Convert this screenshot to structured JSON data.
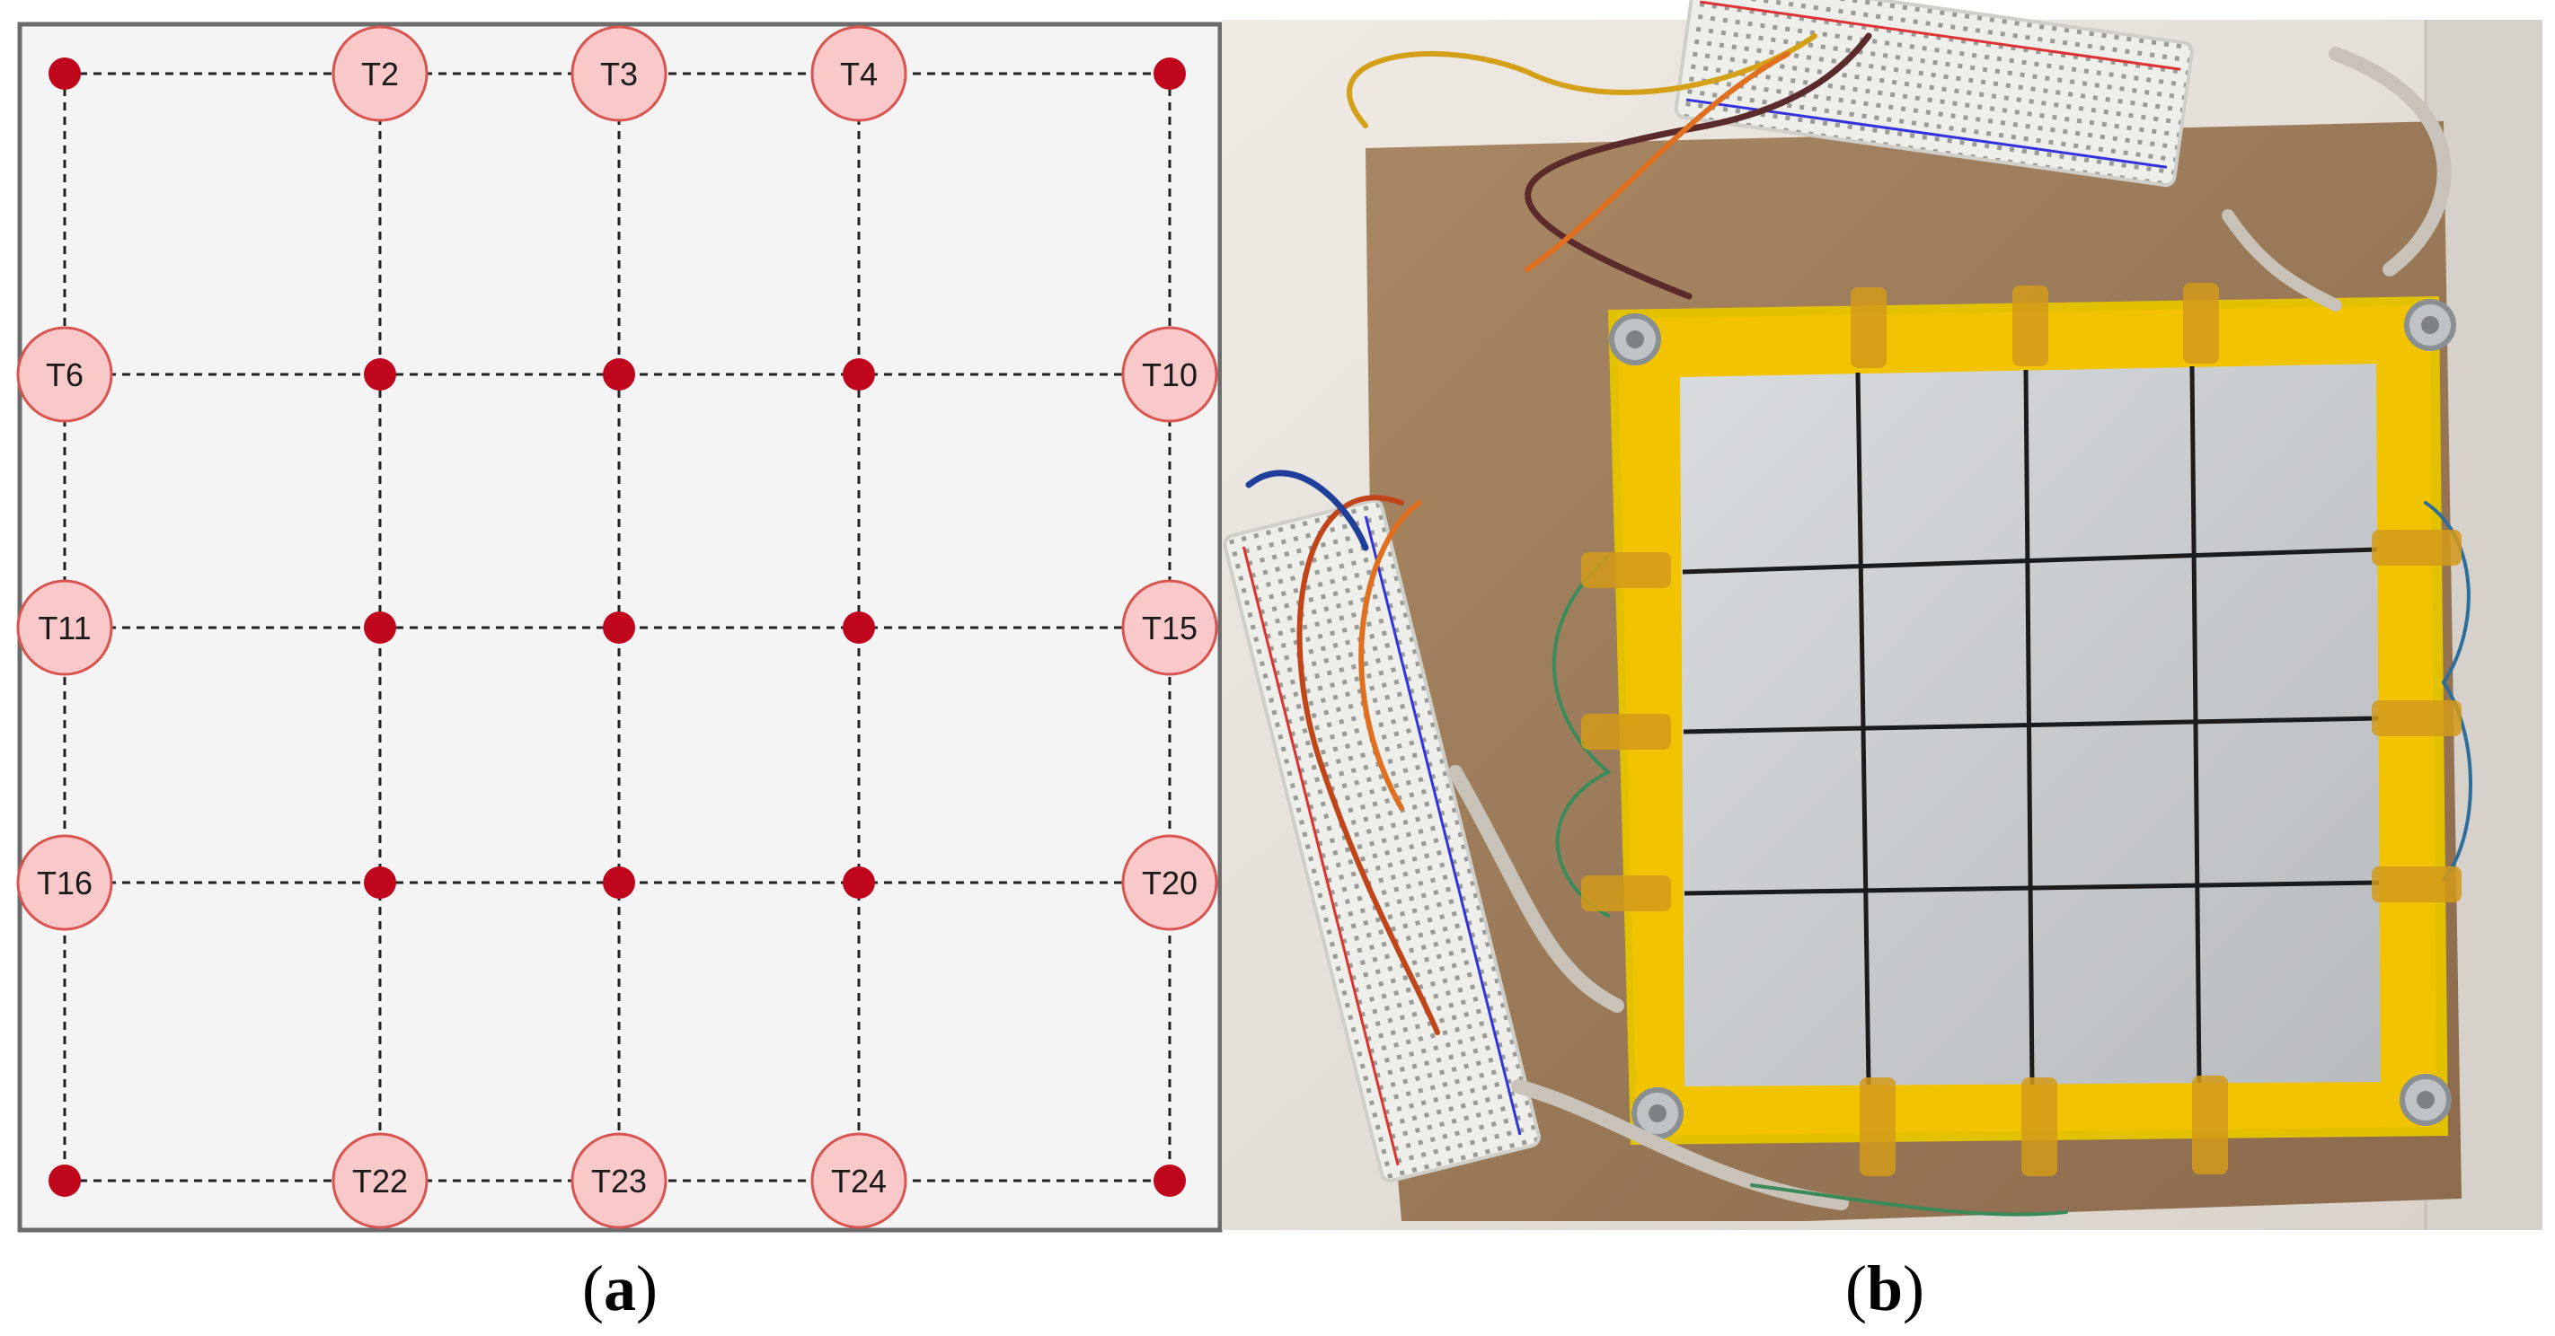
{
  "colors": {
    "panel_background": "#f4f4f4",
    "panel_border": "#6b6b6b",
    "grid_line": "#222222",
    "sensor_dot": "#c0061c",
    "thermocouple_fill": "#f9c9c9",
    "thermocouple_stroke": "#d9534f",
    "label_text": "#1a1a1a",
    "photo_tape": "#f2c300",
    "photo_plate": "#cfd2d4",
    "photo_board": "#9a7a59",
    "photo_wall": "#e9e4df"
  },
  "panel_a": {
    "thermocouples": [
      "T2",
      "T3",
      "T4",
      "T6",
      "T10",
      "T11",
      "T15",
      "T16",
      "T20",
      "T22",
      "T23",
      "T24"
    ]
  },
  "panel_b": {
    "icons": [
      "breadboard-icon",
      "bolt-icon",
      "kapton-tape-icon",
      "wire-icon"
    ]
  },
  "captions": {
    "a": "a",
    "b": "b",
    "open": "(",
    "close": ")"
  }
}
